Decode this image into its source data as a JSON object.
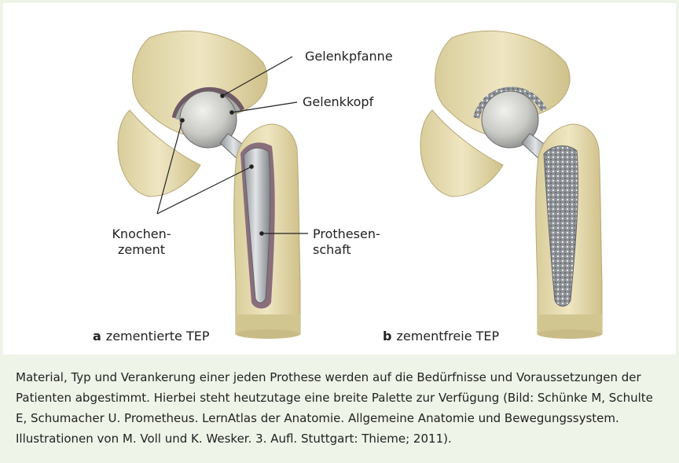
{
  "labels": {
    "gelenkpfanne": "Gelenkpfanne",
    "gelenkkopf": "Gelenkkopf",
    "knochen_line1": "Knochen-",
    "knochen_line2": "zement",
    "prothesen_line1": "Prothesen-",
    "prothesen_line2": "schaft"
  },
  "panels": {
    "a": {
      "letter": "a",
      "title": "zementierte TEP"
    },
    "b": {
      "letter": "b",
      "title": "zementfreie TEP"
    }
  },
  "caption": "Material, Typ und Verankerung einer jeden Prothese werden auf die Bedürfnisse und Voraussetzungen der Patienten abgestimmt. Hierbei steht heutzutage eine breite Palette zur Verfügung (Bild: Schünke M, Schulte E, Schumacher U. Prometheus. LernAtlas der Anatomie. Allgemeine Anatomie und Bewegungssystem. Illustrationen von M. Voll und K. Wesker. 3. Aufl. Stuttgart: Thieme; 2011).",
  "colors": {
    "box_background": "#eef4e8",
    "bone": "#e6dcb0",
    "bone_shadow": "#c9bb86",
    "metal": "#b9bcc0",
    "cement": "#8a6e7c"
  }
}
